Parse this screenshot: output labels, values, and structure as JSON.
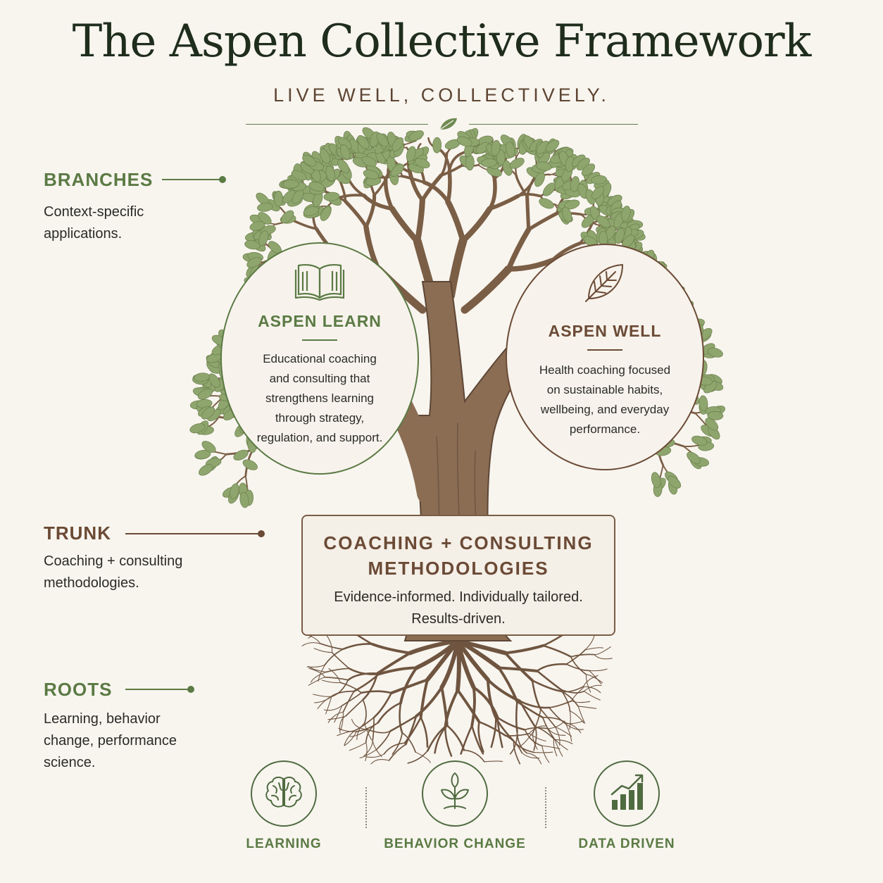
{
  "title": "The Aspen Collective Framework",
  "tagline": "LIVE WELL, COLLECTIVELY.",
  "sections": {
    "branches": {
      "heading": "BRANCHES",
      "description": "Context-specific applications."
    },
    "trunk": {
      "heading": "TRUNK",
      "description": "Coaching + consulting methodologies."
    },
    "roots": {
      "heading": "ROOTS",
      "description": "Learning, behavior change, performance science."
    }
  },
  "branches": {
    "learn": {
      "icon": "open-book-icon",
      "title": "ASPEN LEARN",
      "description": "Educational coaching and consulting that strengthens learning through strategy, regulation, and support."
    },
    "well": {
      "icon": "leaf-icon",
      "title": "ASPEN WELL",
      "description": "Health coaching focused on sustainable habits, wellbeing, and everyday performance."
    }
  },
  "trunk": {
    "title": "COACHING + CONSULTING METHODOLOGIES",
    "description": "Evidence-informed. Individually tailored. Results-driven."
  },
  "roots": [
    {
      "icon": "brain-icon",
      "label": "LEARNING"
    },
    {
      "icon": "sprout-icon",
      "label": "BEHAVIOR CHANGE"
    },
    {
      "icon": "rising-bar-chart-icon",
      "label": "DATA DRIVEN"
    }
  ],
  "colors": {
    "background": "#f8f5ef",
    "green_accent": "#5b7a44",
    "brown_accent": "#6b4a35",
    "bark": "#7a5e45",
    "leaf": "#8fa56e"
  }
}
